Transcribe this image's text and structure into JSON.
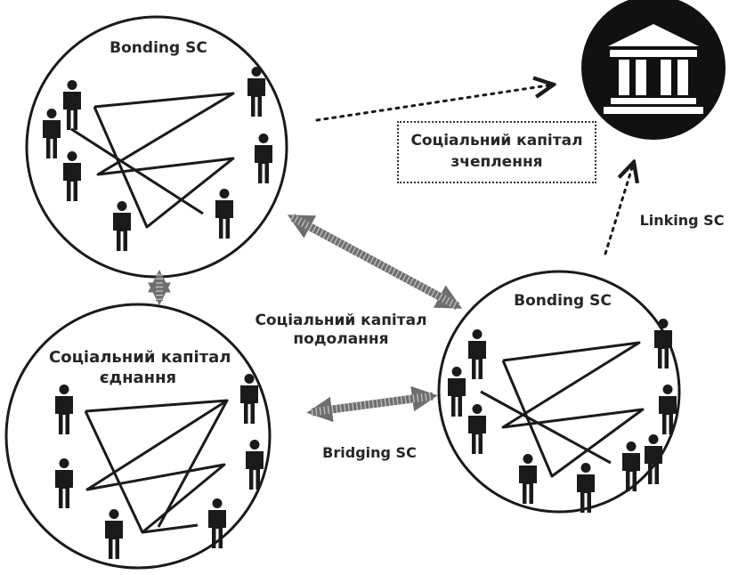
{
  "labels": {
    "bonding_top": "Bonding SC",
    "bonding_right": "Bonding SC",
    "uniting_line1": "Соціальний капітал",
    "uniting_line2": "єднання",
    "linking_box_line1": "Соціальний капітал",
    "linking_box_line2": "зчеплення",
    "linking_sc": "Linking SC",
    "bridging_line1": "Соціальний капітал",
    "bridging_line2": "подолання",
    "bridging_sc": "Bridging SC"
  },
  "icons": {
    "institution": "institution-building-icon",
    "person": "person-icon"
  },
  "colors": {
    "ink": "#1a1a1a",
    "thick_arrow": "#6e6e6e",
    "background": "#ffffff"
  }
}
